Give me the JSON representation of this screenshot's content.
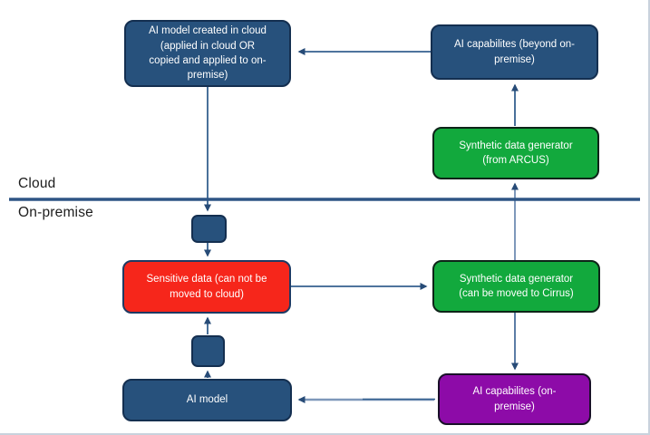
{
  "diagram": {
    "regions": {
      "cloud_label": "Cloud",
      "on_premise_label": "On-premise"
    },
    "nodes": {
      "ai_model_cloud": {
        "label": "AI model created in cloud\n(applied in cloud OR\ncopied and applied to on-\npremise)",
        "fill": "#27517c"
      },
      "ai_capabilities_beyond": {
        "label": "AI capabilites (beyond on-\npremise)",
        "fill": "#27517c"
      },
      "synth_gen_arcus": {
        "label": "Synthetic data generator\n(from ARCUS)",
        "fill": "#12a93d"
      },
      "sensitive_data": {
        "label": "Sensitive data (can not be\nmoved to cloud)",
        "fill": "#f6261b"
      },
      "synth_gen_cirrus": {
        "label": "Synthetic data generator\n(can be moved to Cirrus)",
        "fill": "#12a93d"
      },
      "ai_capabilities_onprem": {
        "label": "AI capabilites (on-\npremise)",
        "fill": "#8d0ba8"
      },
      "ai_model": {
        "label": "AI model",
        "fill": "#27517c"
      }
    },
    "edges": [
      {
        "from": "ai_capabilities_beyond",
        "to": "ai_model_cloud"
      },
      {
        "from": "synth_gen_arcus",
        "to": "ai_capabilities_beyond"
      },
      {
        "from": "ai_model_cloud",
        "to": "connector_box_1"
      },
      {
        "from": "connector_box_1",
        "to": "sensitive_data"
      },
      {
        "from": "sensitive_data",
        "to": "synth_gen_cirrus"
      },
      {
        "from": "synth_gen_cirrus",
        "to": "synth_gen_arcus"
      },
      {
        "from": "synth_gen_cirrus",
        "to": "ai_capabilities_onprem"
      },
      {
        "from": "ai_capabilities_onprem",
        "to": "ai_model"
      },
      {
        "from": "ai_model",
        "to": "connector_box_2"
      },
      {
        "from": "connector_box_2",
        "to": "sensitive_data"
      }
    ],
    "colors": {
      "node_navy": "#27517c",
      "node_green": "#12a93d",
      "node_red": "#f6261b",
      "node_purple": "#8d0ba8",
      "connector_dark": "#35618f",
      "connector_light": "#7e98ba",
      "divider": "#2e5585",
      "arrowhead": "#274b77"
    }
  }
}
